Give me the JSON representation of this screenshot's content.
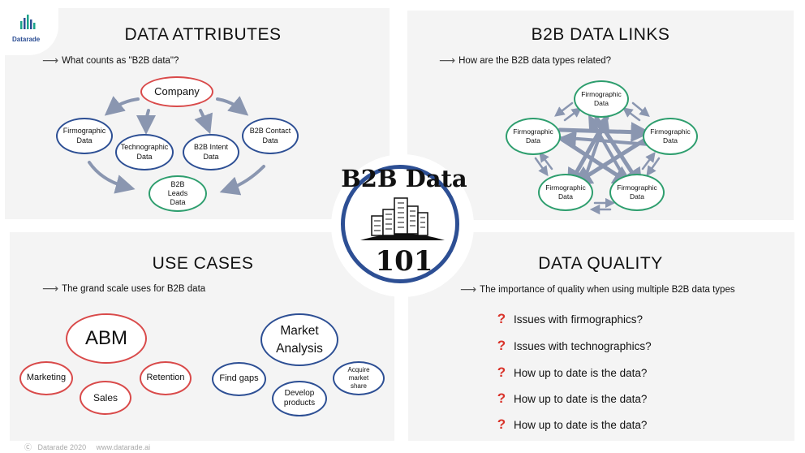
{
  "brand": {
    "name": "Datarade"
  },
  "center": {
    "title": "B2B Data",
    "number": "101"
  },
  "attributes": {
    "title": "DATA ATTRIBUTES",
    "subtitle": "What counts as \"B2B data\"?",
    "company": "Company",
    "firmographic": "Firmographic Data",
    "technographic": "Technographic Data",
    "intent": "B2B Intent Data",
    "contact": "B2B Contact Data",
    "leads": "B2B Leads Data"
  },
  "links": {
    "title": "B2B DATA LINKS",
    "subtitle": "How are the B2B data types related?",
    "nodes": [
      "Firmographic Data",
      "Firmographic Data",
      "Firmographic Data",
      "Firmographic Data",
      "Firmographic Data"
    ]
  },
  "use_cases": {
    "title": "USE CASES",
    "subtitle": "The grand scale uses for B2B data",
    "abm": "ABM",
    "marketing": "Marketing",
    "sales": "Sales",
    "retention": "Retention",
    "market_analysis": "Market Analysis",
    "find_gaps": "Find gaps",
    "develop_products": "Develop products",
    "acquire_share": "Acquire market share"
  },
  "quality": {
    "title": "DATA QUALITY",
    "subtitle": "The importance of quality when using multiple B2B data types",
    "questions": [
      "Issues with firmographics?",
      "Issues with technographics?",
      "How up to date is the data?",
      "How up to date is the data?",
      "How up to date is the data?"
    ]
  },
  "footer": {
    "copyright": "Datarade 2020",
    "url": "www.datarade.ai"
  },
  "colors": {
    "red": "#d94a4a",
    "blue": "#2d4f94",
    "green": "#2e9e6e",
    "arrow": "#8a96b0"
  }
}
